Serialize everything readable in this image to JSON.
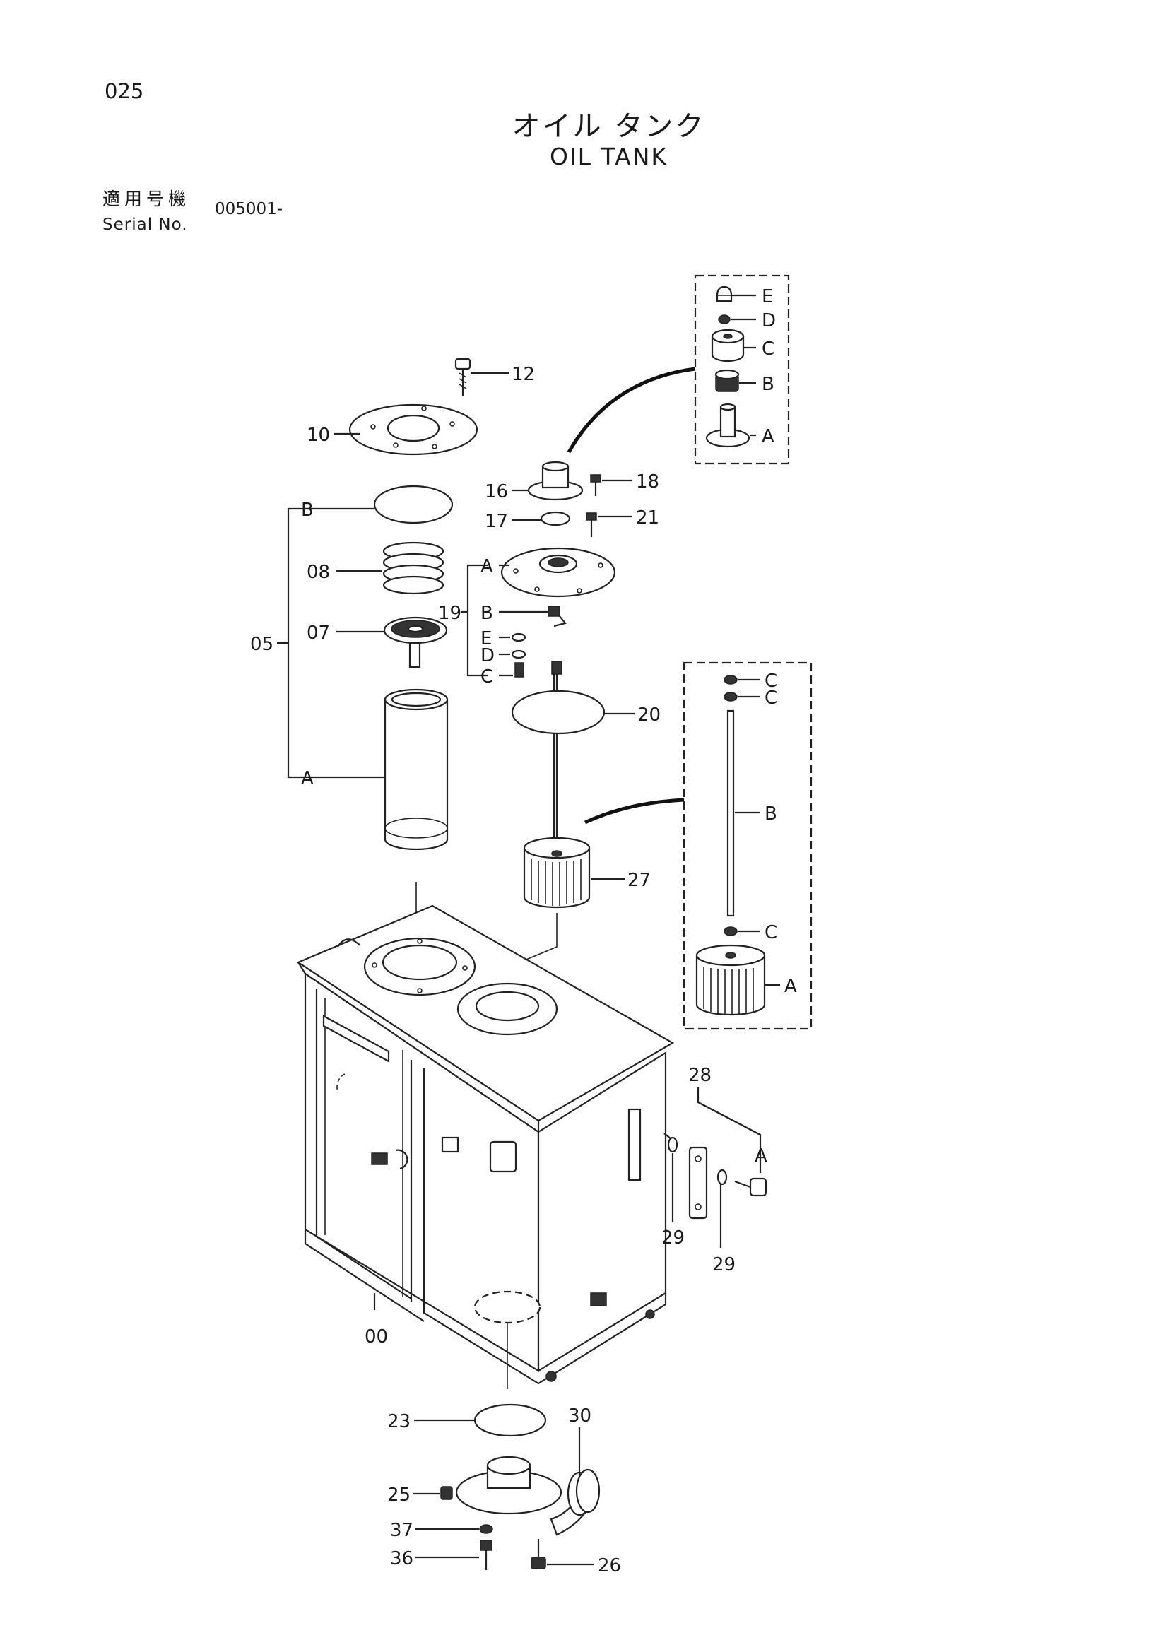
{
  "page_number": "025",
  "title_jp": "オイル タンク",
  "title_en": "OIL TANK",
  "serial": {
    "label_jp": "適用号機",
    "label_en": "Serial No.",
    "value": "005001-"
  },
  "callouts": {
    "c00": "00",
    "c05": "05",
    "c05A": "A",
    "c05B": "B",
    "c07": "07",
    "c08": "08",
    "c10": "10",
    "c12": "12",
    "c16": "16",
    "c17": "17",
    "c18": "18",
    "c19": "19",
    "c19A": "A",
    "c19B": "B",
    "c19C": "C",
    "c19D": "D",
    "c19E": "E",
    "c20": "20",
    "c21": "21",
    "c23": "23",
    "c25": "25",
    "c26": "26",
    "c27": "27",
    "c28": "28",
    "c28A": "A",
    "c29a": "29",
    "c29b": "29",
    "c30": "30",
    "c36": "36",
    "c37": "37",
    "dA": "A",
    "dB": "B",
    "dC": "C",
    "dD": "D",
    "dE": "E",
    "fA": "A",
    "fB": "B",
    "fC1": "C",
    "fC2": "C",
    "fC3": "C"
  }
}
